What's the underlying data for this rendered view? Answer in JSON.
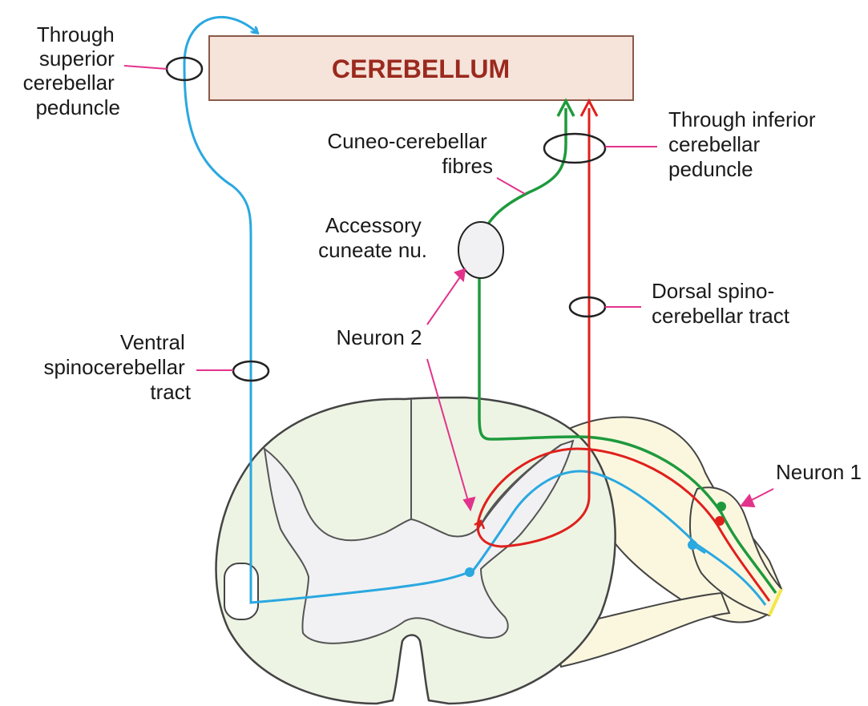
{
  "title": "CEREBELLUM",
  "labels": {
    "superior_peduncle": [
      "Through",
      "superior",
      "cerebellar",
      "peduncle"
    ],
    "cuneo_fibres": [
      "Cuneo-cerebellar",
      "fibres"
    ],
    "inferior_peduncle": [
      "Through inferior",
      "cerebellar",
      "peduncle"
    ],
    "accessory_nucleus": [
      "Accessory",
      "cuneate nu."
    ],
    "dorsal_tract": [
      "Dorsal spino-",
      "cerebellar tract"
    ],
    "neuron2": "Neuron 2",
    "ventral_tract": [
      "Ventral",
      "spinocerebellar",
      "tract"
    ],
    "neuron1": "Neuron 1"
  },
  "colors": {
    "ventral_tract": "#2aa8e0",
    "cuneo_tract": "#1e9a3c",
    "dorsal_tract": "#e0201c",
    "pointer": "#e2338c",
    "box_fill": "#f6e3da",
    "title_text": "#9a2a1e",
    "cord_fill": "#edf4e4",
    "grey_matter": "#f1f1f3",
    "root_fill": "#fbf7df"
  }
}
